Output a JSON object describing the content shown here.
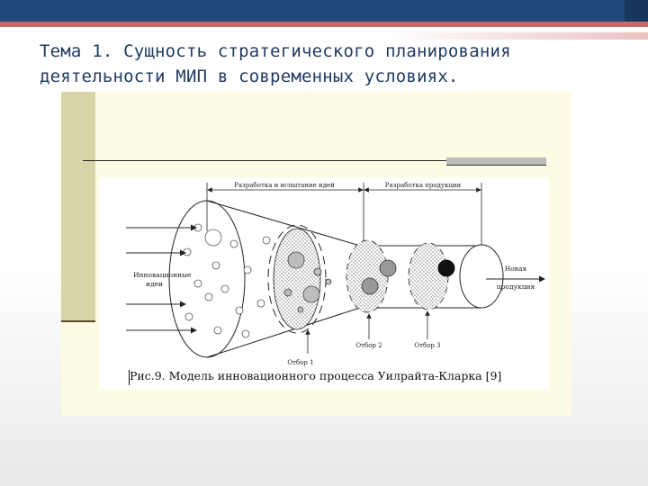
{
  "slide": {
    "title_line1": "Тема 1.  Сущность стратегического планирования",
    "title_line2": "деятельности МИП  в современных условиях.",
    "colors": {
      "header": "#1f497d",
      "accent": "#c0504d",
      "title_text": "#1f3a5f",
      "panel": "#fdfbe4"
    }
  },
  "figure": {
    "header_left": "Разработка и испытание идей",
    "header_right": "Разработка продукции",
    "input_label_line1": "Инновационные",
    "input_label_line2": "идеи",
    "output_label_line1": "Новая",
    "output_label_line2": "продукция",
    "stage1": "Отбор 1",
    "stage2": "Отбор 2",
    "stage3": "Отбор 3",
    "caption": "Рис.9. Модель инновационного процесса Уилрайта-Кларка [9]"
  }
}
